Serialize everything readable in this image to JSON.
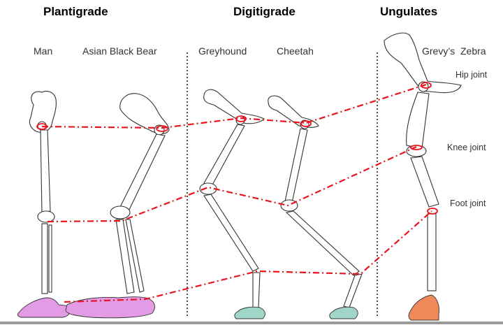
{
  "headings": {
    "plantigrade": "Plantigrade",
    "digitigrade": "Digitigrade",
    "ungulates": "Ungulates"
  },
  "animals": {
    "man": "Man",
    "bear": "Asian Black Bear",
    "greyhound": "Greyhound",
    "cheetah": "Cheetah",
    "zebra": "Grevy’s  Zebra"
  },
  "joints": {
    "hip": "Hip joint",
    "knee": "Knee joint",
    "foot": "Foot joint"
  },
  "colors": {
    "joint_line": "#e8141e",
    "bone_stroke": "#333333",
    "plantigrade_foot": "#e49be6",
    "digitigrade_foot": "#9fd6c8",
    "hoof": "#f08a5a",
    "ground": "#9a9a9a"
  }
}
